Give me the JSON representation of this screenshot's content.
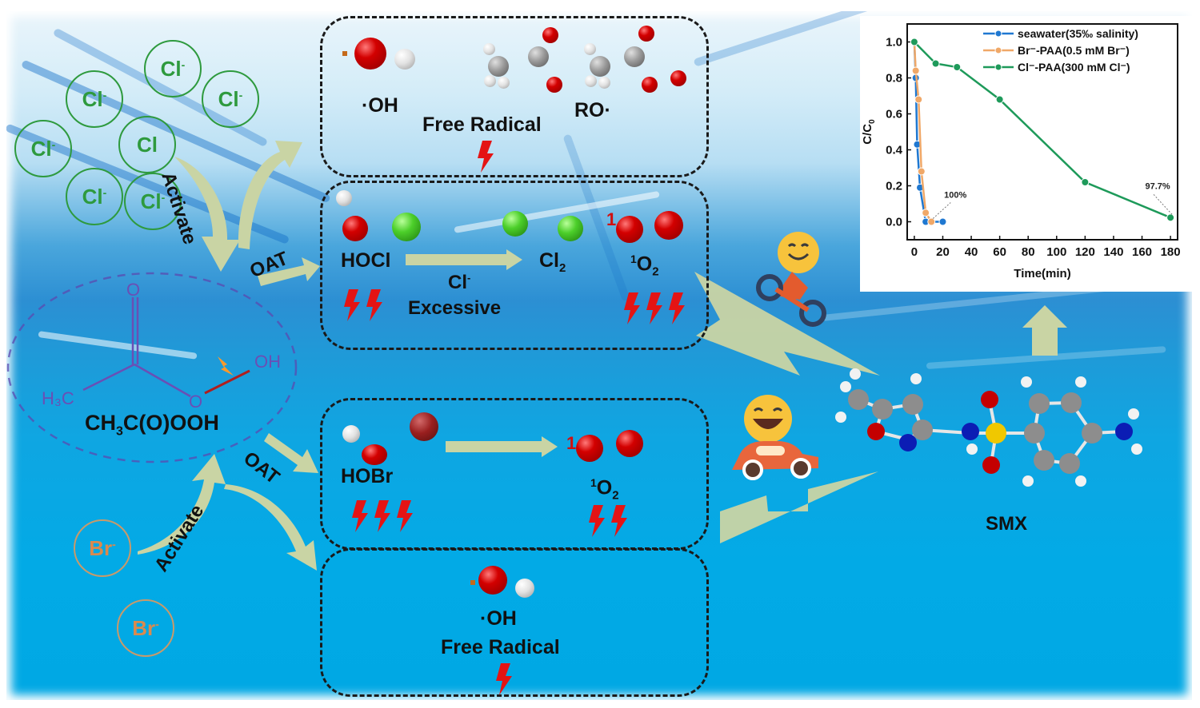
{
  "colors": {
    "chlorine": "#2e9a3e",
    "bromine": "#d98a4f",
    "arrow": "#c9d4a4",
    "bolt": "#e41414",
    "paa_structure": "#6a4fb5",
    "water_deep": "#00a8e4"
  },
  "left": {
    "chloride_ions": [
      "Cl",
      "Cl",
      "Cl",
      "Cl",
      "Cl",
      "Cl",
      "Cl"
    ],
    "chloride_charge": "-",
    "bromide_ions": [
      "Br",
      "Br"
    ],
    "bromide_charge": "-",
    "activate_top": "Activate",
    "activate_bottom": "Activate",
    "oat_top": "OAT",
    "oat_bottom": "OAT",
    "paa_atoms": {
      "o_top": "O",
      "h3c": "H₃C",
      "o_bottom": "O",
      "oh": "OH"
    },
    "paa_formula_parts": [
      "CH",
      "3",
      "C(O)OOH"
    ]
  },
  "boxes": {
    "free_radical_top": {
      "oh_label": "·OH",
      "ro_label": "RO·",
      "title": "Free Radical",
      "bolts": 1
    },
    "chlorine_box": {
      "hocl_label": "HOCl",
      "cl2_label": "Cl",
      "cl2_sub": "2",
      "o2_sup": "1",
      "o2_label": "O",
      "o2_sub": "2",
      "condition_ion": "Cl",
      "condition_charge": "-",
      "condition_text": "Excessive",
      "singlet_mark": "1",
      "hocl_bolts": 2,
      "o2_bolts": 3
    },
    "bromine_box": {
      "hobr_label": "HOBr",
      "singlet_mark": "1",
      "o2_sup": "1",
      "o2_label": "O",
      "o2_sub": "2",
      "hobr_bolts": 3,
      "o2_bolts": 2
    },
    "free_radical_bottom": {
      "oh_label": "·OH",
      "title": "Free Radical",
      "bolts": 1
    }
  },
  "right": {
    "target_label": "SMX",
    "emoji_top": "smiling-face-on-motorcycle",
    "emoji_bottom": "laughing-face-on-car"
  },
  "chart_data": {
    "type": "line",
    "title": "",
    "xlabel": "Time(min)",
    "ylabel": "C/C",
    "ylabel_sub": "0",
    "xlim": [
      -5,
      185
    ],
    "ylim": [
      -0.1,
      1.1
    ],
    "xticks": [
      0,
      20,
      40,
      60,
      80,
      100,
      120,
      140,
      160,
      180
    ],
    "yticks": [
      0.0,
      0.2,
      0.4,
      0.6,
      0.8,
      1.0
    ],
    "ytick_labels": [
      "0.0",
      "0.2",
      "0.4",
      "0.6",
      "0.8",
      "1.0"
    ],
    "grid": false,
    "legend_position": "top-right",
    "series": [
      {
        "name": "seawater(35‰ salinity)",
        "color": "#1f78d1",
        "x": [
          0,
          1,
          2,
          4,
          8,
          20
        ],
        "y": [
          1.0,
          0.8,
          0.43,
          0.19,
          0.0,
          0.0
        ]
      },
      {
        "name": "Br⁻-PAA(0.5 mM Br⁻)",
        "color": "#f0a868",
        "x": [
          0,
          1,
          3,
          5,
          8,
          12
        ],
        "y": [
          1.0,
          0.84,
          0.68,
          0.28,
          0.05,
          0.0
        ]
      },
      {
        "name": "Cl⁻-PAA(300 mM Cl⁻)",
        "color": "#1e9a5a",
        "x": [
          0,
          15,
          30,
          60,
          120,
          180
        ],
        "y": [
          1.0,
          0.88,
          0.86,
          0.68,
          0.22,
          0.023
        ]
      }
    ],
    "annotations": [
      {
        "text": "100%",
        "x": 12,
        "y": 0.0
      },
      {
        "text": "97.7%",
        "x": 180,
        "y": 0.023
      }
    ]
  }
}
